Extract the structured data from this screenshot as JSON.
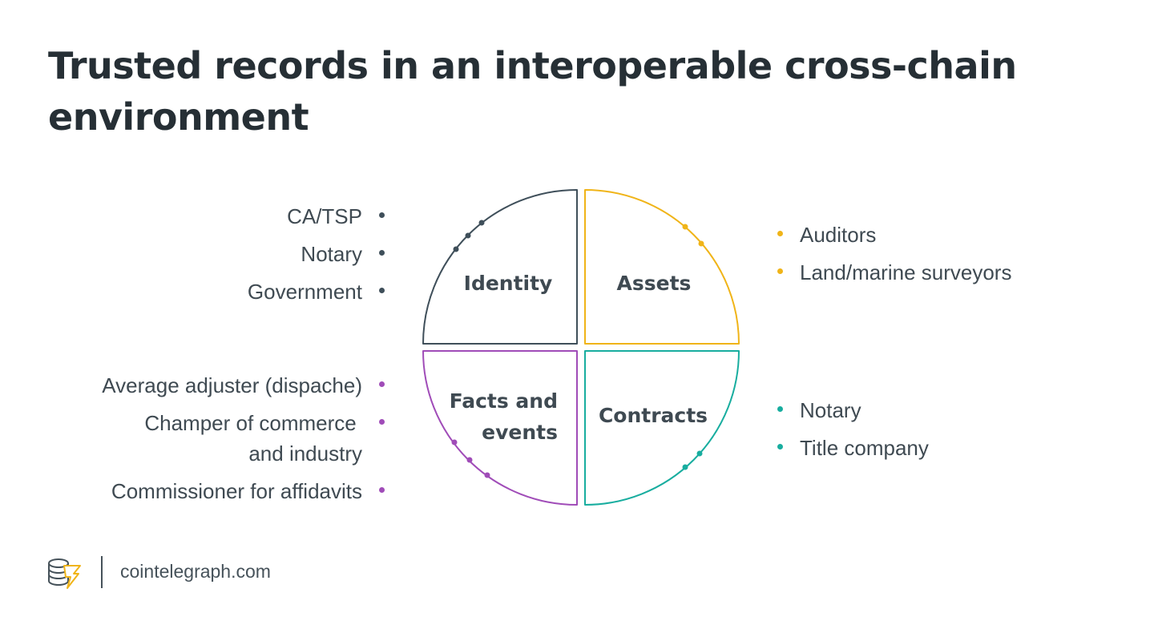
{
  "title": "Trusted records in an interoperable cross-chain environment",
  "colors": {
    "identity": "#3f4f5a",
    "assets": "#f0b418",
    "facts": "#a04cb8",
    "contracts": "#18ad9f"
  },
  "quadrants": {
    "identity": {
      "label": "Identity"
    },
    "assets": {
      "label": "Assets"
    },
    "facts": {
      "label_line1": "Facts and",
      "label_line2": "events"
    },
    "contracts": {
      "label": "Contracts"
    }
  },
  "lists": {
    "identity": [
      "CA/TSP",
      "Notary",
      "Government"
    ],
    "facts": [
      "Average adjuster (dispache)",
      "Champer of commerce",
      "and industry",
      "Commissioner for affidavits"
    ],
    "assets": [
      "Auditors",
      "Land/marine surveyors"
    ],
    "contracts": [
      "Notary",
      "Title company"
    ]
  },
  "footer": {
    "site": "cointelegraph.com",
    "logo_icon": "cointelegraph-logo-icon"
  }
}
